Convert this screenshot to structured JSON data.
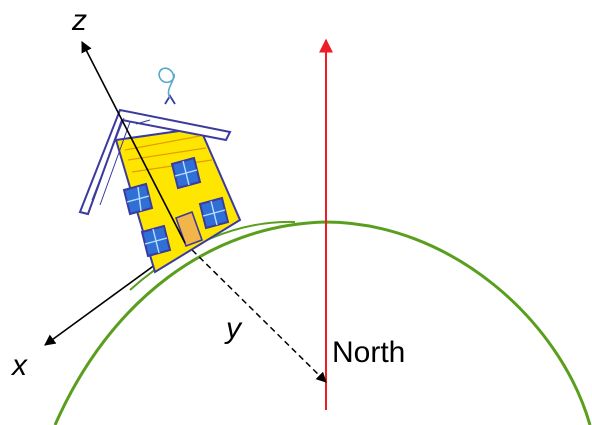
{
  "labels": {
    "z": "z",
    "x": "x",
    "y": "y",
    "north": "North"
  },
  "colors": {
    "earth": "#5a9e1e",
    "north_arrow": "#ee1c24",
    "axes": "#000000",
    "house_wall": "#ffe600",
    "house_outline": "#3a3aa0",
    "window_pane": "#2f6fd6",
    "window_light": "#b8ddff",
    "door": "#f2b54a",
    "smoke": "#5aa9c8"
  },
  "icons": {
    "house": "house-icon",
    "smoke": "smoke-icon"
  }
}
